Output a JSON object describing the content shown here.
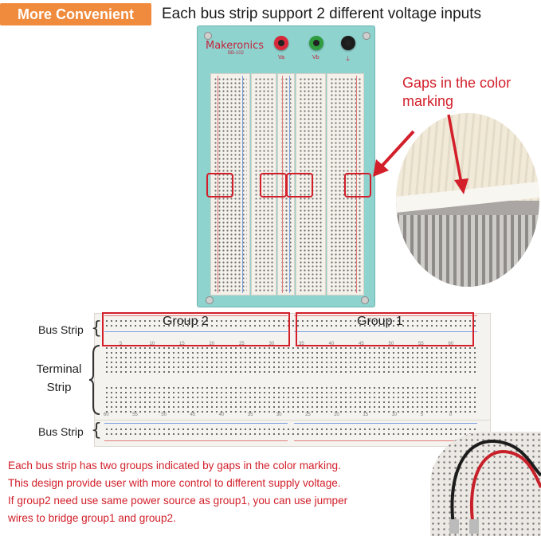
{
  "header": {
    "badge": "More Convenient",
    "headline": "Each bus strip support 2 different voltage inputs"
  },
  "board": {
    "brand": "Makeronics",
    "model": "BB-102",
    "posts": [
      {
        "label": "Va",
        "color": "#d8283a"
      },
      {
        "label": "Vb",
        "color": "#2e9c3f"
      },
      {
        "label": "⏚",
        "color": "#1c1c1c"
      }
    ]
  },
  "callout": {
    "label_line1": "Gaps in the color",
    "label_line2": "marking"
  },
  "strip": {
    "bus_strip_top": "Bus Strip",
    "terminal_line1": "Terminal",
    "terminal_line2": "Strip",
    "bus_strip_bottom": "Bus Strip",
    "group2": "Group 2",
    "group1": "Group 1",
    "top_numbers": [
      "5",
      "10",
      "15",
      "20",
      "25",
      "30",
      "35",
      "40",
      "45",
      "50",
      "55",
      "60"
    ],
    "bottom_numbers": [
      "60",
      "55",
      "50",
      "45",
      "40",
      "35",
      "30",
      "25",
      "20",
      "15",
      "10",
      "5",
      "0"
    ]
  },
  "colors": {
    "accent": "#f08a3c",
    "highlight": "#d21f2a",
    "plate": "#8fd3cf"
  },
  "note": {
    "line1": "Each bus strip has two groups indicated by gaps in the color marking.",
    "line2": "This design provide user with more control to different supply voltage.",
    "line3": "If group2 need use same power source as group1, you can use jumper",
    "line4": "wires to bridge group1 and group2."
  }
}
